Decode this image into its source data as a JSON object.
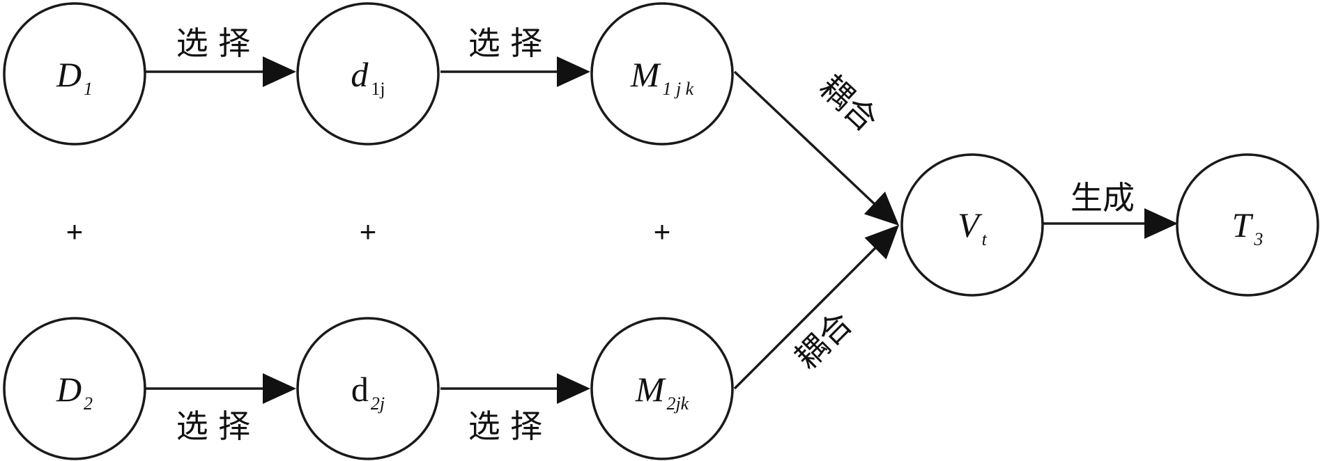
{
  "diagram": {
    "nodes": {
      "d1": {
        "main": "D",
        "sub": "1"
      },
      "d1j": {
        "main": "d",
        "sub": "1j"
      },
      "m1jk": {
        "main": "M",
        "sub": "1 j k"
      },
      "d2": {
        "main": "D",
        "sub": "2"
      },
      "d2j": {
        "main": "d",
        "sub": "2j"
      },
      "m2jk": {
        "main": "M",
        "sub": "2jk"
      },
      "vt": {
        "main": "V",
        "sub": "t"
      },
      "t3": {
        "main": "T",
        "sub": "3"
      }
    },
    "edges": {
      "d1_d1j": "选 择",
      "d1j_m1jk": "选 择",
      "d2_d2j": "选 择",
      "d2j_m2jk": "选 择",
      "m1jk_vt": "耦合",
      "m2jk_vt": "耦合",
      "vt_t3": "生成"
    },
    "operators": {
      "col1": "+",
      "col2": "+",
      "col3": "+"
    }
  }
}
